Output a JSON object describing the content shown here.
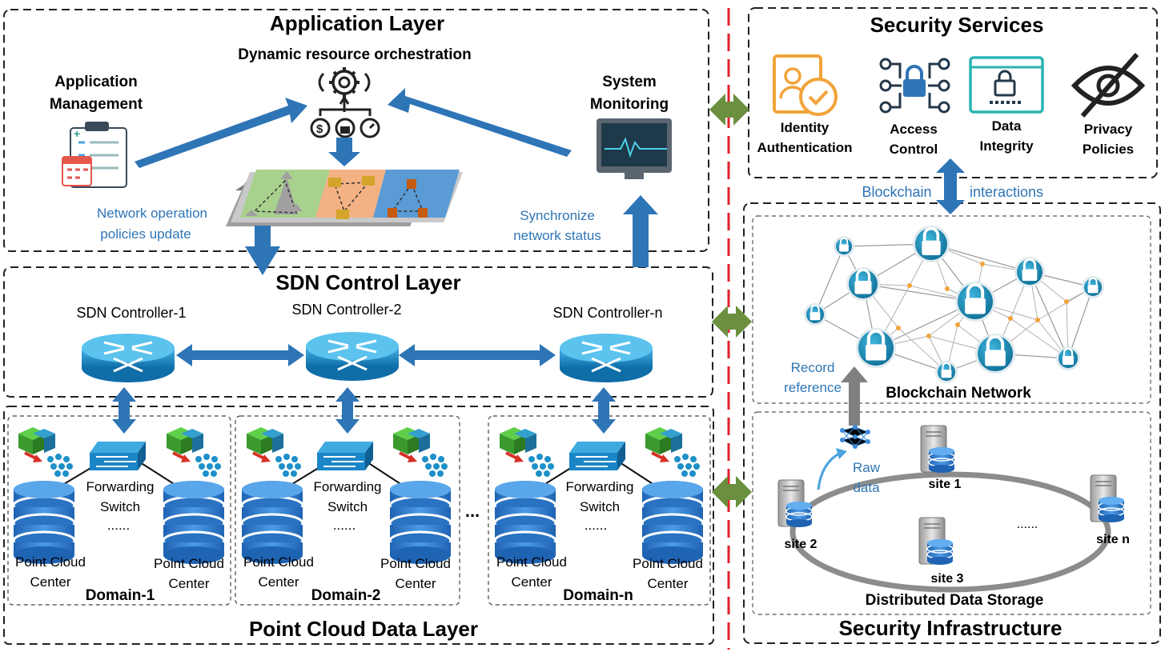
{
  "application_layer": {
    "title": "Application Layer",
    "orchestration_label": "Dynamic resource orchestration",
    "app_mgmt_line1": "Application",
    "app_mgmt_line2": "Management",
    "sys_mon_line1": "System",
    "sys_mon_line2": "Monitoring",
    "policy_line1": "Network operation",
    "policy_line2": "policies update",
    "sync_line1": "Synchronize",
    "sync_line2": "network  status"
  },
  "sdn_layer": {
    "title": "SDN Control Layer",
    "controllers": [
      "SDN Controller-1",
      "SDN Controller-2",
      "SDN Controller-n"
    ]
  },
  "data_layer": {
    "title": "Point Cloud Data Layer",
    "domains": [
      {
        "label": "Domain-1"
      },
      {
        "label": "Domain-2"
      },
      {
        "label": "Domain-n"
      }
    ],
    "switch_line1": "Forwarding",
    "switch_line2": "Switch",
    "center_line1": "Point Cloud",
    "center_line2": "Center",
    "ellipsis": "......",
    "domain_gap": "..."
  },
  "security_services": {
    "title": "Security Services",
    "items": [
      {
        "line1": "Identity",
        "line2": "Authentication",
        "icon": "identity-authentication-icon"
      },
      {
        "line1": "Access",
        "line2": "Control",
        "icon": "access-control-icon"
      },
      {
        "line1": "Data",
        "line2": "Integrity",
        "icon": "data-integrity-icon"
      },
      {
        "line1": "Privacy",
        "line2": "Policies",
        "icon": "privacy-eye-icon"
      }
    ]
  },
  "blockchain": {
    "interactions_a": "Blockchain",
    "interactions_b": "interactions",
    "network_label": "Blockchain Network",
    "record_line1": "Record",
    "record_line2": "reference"
  },
  "storage": {
    "title": "Distributed Data Storage",
    "raw_line1": "Raw",
    "raw_line2": "data",
    "sites": [
      "site 1",
      "site 2",
      "site 3",
      "site n"
    ],
    "ellipsis": "......"
  },
  "infrastructure_title": "Security Infrastructure",
  "colors": {
    "arrow_blue": "#2e75b6",
    "green_arrow": "#6a8f3f",
    "divider_red": "#e0202a",
    "text_blue": "#2e75b6",
    "router_blue": "#1a86c8",
    "node_teal": "#1f8fb5",
    "orange": "#f2a33a"
  }
}
